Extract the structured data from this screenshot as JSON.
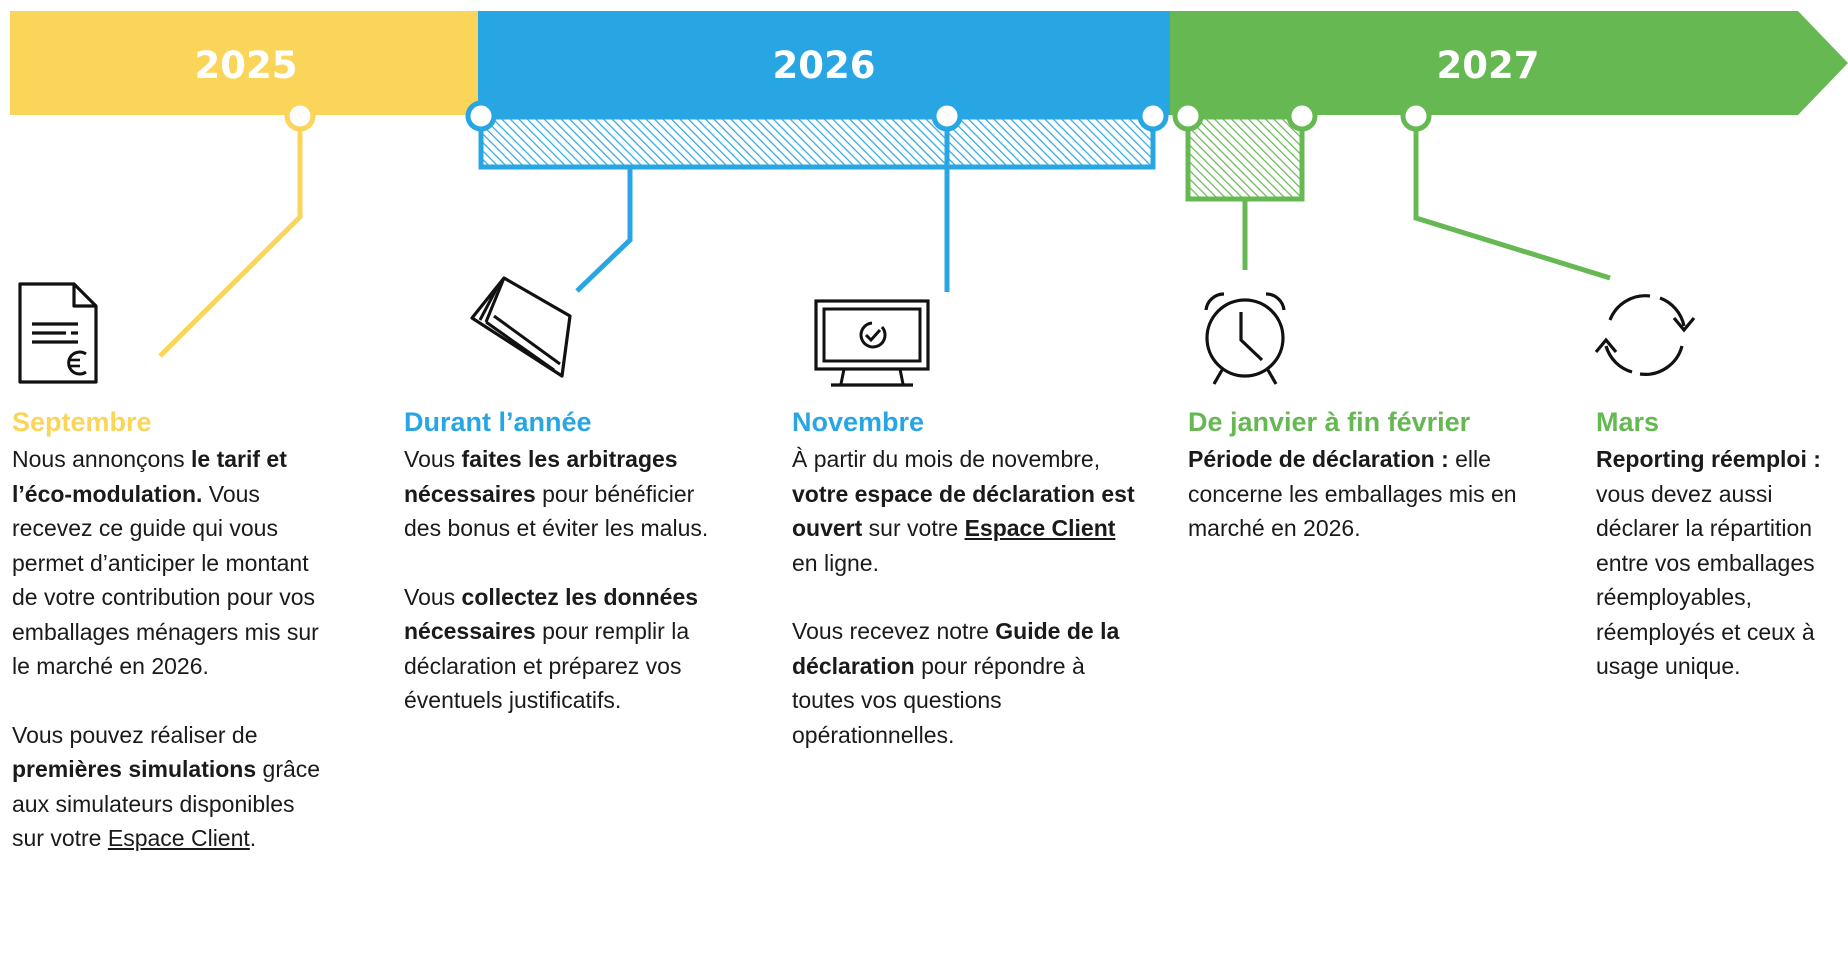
{
  "colors": {
    "y2025": "#FBD55A",
    "y2026": "#28A6E3",
    "y2027": "#65B852",
    "text": "#1a1a1a",
    "node_fill": "#ffffff"
  },
  "timeline": {
    "years": [
      "2025",
      "2026",
      "2027"
    ]
  },
  "columns": [
    {
      "id": "septembre",
      "icon": "document-euro-icon",
      "title": "Septembre",
      "paras": [
        [
          {
            "t": "Nous annonçons "
          },
          {
            "t": "le tarif et l’éco-modulation.",
            "b": true
          },
          {
            "t": " Vous recevez ce guide qui vous permet d’anticiper le montant de votre contribution pour vos emballages ménagers mis sur le marché en 2026."
          }
        ],
        [
          {
            "t": "Vous pouvez réaliser de "
          },
          {
            "t": "premières simulations",
            "b": true
          },
          {
            "t": " grâce aux simulateurs disponibles sur votre "
          },
          {
            "t": "Espace Client",
            "u": true
          },
          {
            "t": "."
          }
        ]
      ]
    },
    {
      "id": "durant-annee",
      "icon": "papers-icon",
      "title": "Durant l’année",
      "paras": [
        [
          {
            "t": "Vous "
          },
          {
            "t": "faites les arbitrages nécessaires",
            "b": true
          },
          {
            "t": " pour bénéficier des bonus et éviter les malus."
          }
        ],
        [
          {
            "t": "Vous "
          },
          {
            "t": "collectez les données nécessaires",
            "b": true
          },
          {
            "t": " pour remplir la déclaration et préparez vos éventuels justificatifs."
          }
        ]
      ]
    },
    {
      "id": "novembre",
      "icon": "monitor-check-icon",
      "title": "Novembre",
      "paras": [
        [
          {
            "t": "À partir du mois de novembre, "
          },
          {
            "t": "votre espace de déclaration est ouvert",
            "b": true
          },
          {
            "t": " sur votre "
          },
          {
            "t": "Espace Client",
            "b": true,
            "u": true
          },
          {
            "t": " en ligne."
          }
        ],
        [
          {
            "t": "Vous recevez notre "
          },
          {
            "t": "Guide de la déclaration",
            "b": true
          },
          {
            "t": " pour répondre à toutes vos questions opérationnelles."
          }
        ]
      ]
    },
    {
      "id": "janvier-fevrier",
      "icon": "alarm-clock-icon",
      "title": "De janvier à fin février",
      "paras": [
        [
          {
            "t": "Période de déclaration :",
            "b": true
          },
          {
            "t": " elle concerne les emballages mis en marché en 2026."
          }
        ]
      ]
    },
    {
      "id": "mars",
      "icon": "refresh-icon",
      "title": "Mars",
      "paras": [
        [
          {
            "t": "Reporting réemploi :",
            "b": true
          },
          {
            "t": " vous devez aussi déclarer la répartition entre vos emballages réemployables, réemployés et ceux à usage unique."
          }
        ]
      ]
    }
  ]
}
